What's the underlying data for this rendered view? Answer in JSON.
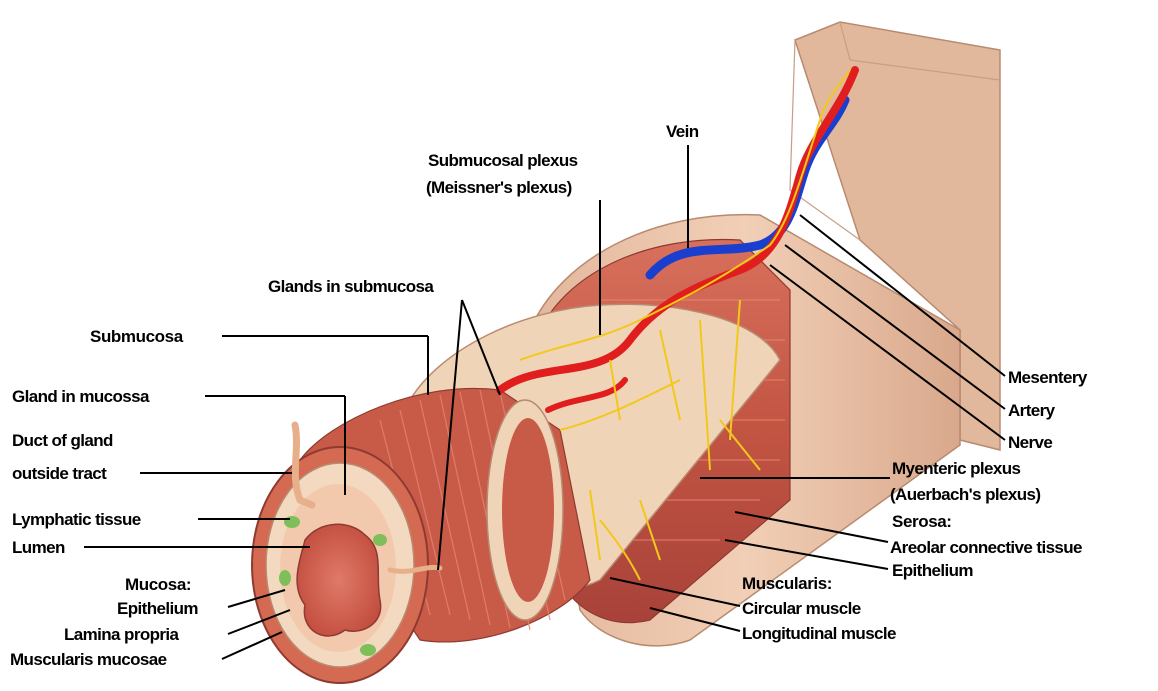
{
  "labels": {
    "vein": "Vein",
    "submucosal_plexus_1": "Submucosal plexus",
    "submucosal_plexus_2": "(Meissner's plexus)",
    "glands_in_submucosa": "Glands in submucosa",
    "submucosa": "Submucosa",
    "gland_in_mucosa": "Gland in mucossa",
    "duct_of_gland_1": "Duct of gland",
    "duct_of_gland_2": "outside tract",
    "lymphatic_tissue": "Lymphatic tissue",
    "lumen": "Lumen",
    "mucosa_heading": "Mucosa:",
    "epithelium_mucosa": "Epithelium",
    "lamina_propria": "Lamina propria",
    "muscularis_mucosae": "Muscularis mucosae",
    "mesentery": "Mesentery",
    "artery": "Artery",
    "nerve": "Nerve",
    "myenteric_plexus_1": "Myenteric plexus",
    "myenteric_plexus_2": "(Auerbach's plexus)",
    "serosa_heading": "Serosa:",
    "areolar_tissue": "Areolar connective tissue",
    "epithelium_serosa": "Epithelium",
    "muscularis_heading": "Muscularis:",
    "circular_muscle": "Circular muscle",
    "longitudinal_muscle": "Longitudinal muscle"
  },
  "colors": {
    "muscle": "#c85a48",
    "muscle_dark": "#a8423a",
    "serosa": "#e7bfa6",
    "submucosa": "#f2d9bf",
    "artery": "#e01e1e",
    "vein": "#1a3fcf",
    "nerve": "#f2c81a",
    "lymph": "#7fbf5a"
  }
}
